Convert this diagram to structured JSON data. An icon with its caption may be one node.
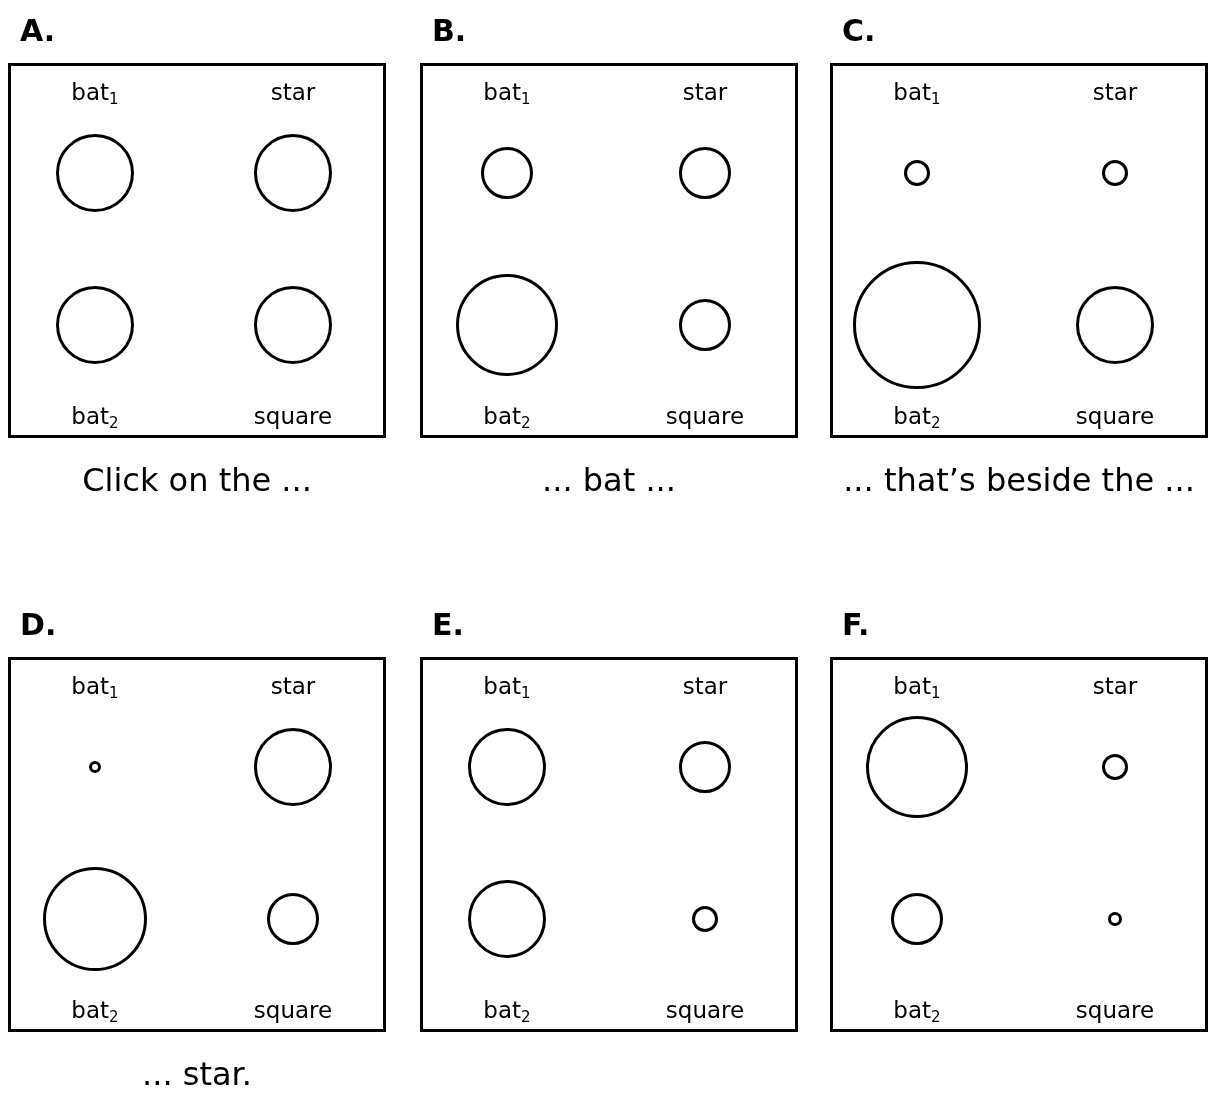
{
  "diagram": {
    "nodes": [
      {
        "text": [
          "A."
        ],
        "beside": [
          "Click on the ..."
        ]
      },
      {
        "text": [],
        "shape": "circle",
        "in": 0,
        "beside": [
          "bat$_{1}$"
        ]
      },
      {
        "text": [],
        "shape": "circle",
        "in": 0,
        "beside": [
          "star"
        ]
      },
      {
        "text": [],
        "shape": "circle",
        "in": 0,
        "beside": [
          "bat$_{2}$"
        ]
      },
      {
        "text": [],
        "shape": "circle",
        "in": 0,
        "beside": [
          "square"
        ]
      },
      {
        "text": [
          "B."
        ],
        "beside": [
          "... bat ..."
        ]
      },
      {
        "text": [],
        "shape": "circle",
        "in": 5,
        "beside": [
          "bat$_{1}$"
        ]
      },
      {
        "text": [],
        "shape": "circle",
        "in": 5,
        "beside": [
          "star"
        ]
      },
      {
        "text": [],
        "shape": "circle",
        "in": 5,
        "beside": [
          "bat$_{2}$"
        ]
      },
      {
        "text": [],
        "shape": "circle",
        "in": 5,
        "beside": [
          "square"
        ]
      },
      {
        "text": [
          "C."
        ],
        "beside": [
          "... that’s beside the ..."
        ]
      },
      {
        "text": [],
        "shape": "circle",
        "in": 10,
        "beside": [
          "bat$_{1}$"
        ]
      },
      {
        "text": [],
        "shape": "circle",
        "in": 10,
        "beside": [
          "star"
        ]
      },
      {
        "text": [],
        "shape": "circle",
        "in": 10,
        "beside": [
          "bat$_{2}$"
        ]
      },
      {
        "text": [],
        "shape": "circle",
        "in": 10,
        "beside": [
          "square"
        ]
      },
      {
        "text": [
          "D."
        ],
        "beside": [
          "... star."
        ]
      },
      {
        "text": [],
        "shape": "circle",
        "in": 15,
        "beside": [
          "bat$_{1}$"
        ]
      },
      {
        "text": [],
        "shape": "circle",
        "in": 15,
        "beside": [
          "star"
        ]
      },
      {
        "text": [],
        "shape": "circle",
        "in": 15,
        "beside": [
          "bat$_{2}$"
        ]
      },
      {
        "text": [],
        "shape": "circle",
        "in": 15,
        "beside": [
          "square"
        ]
      },
      {
        "text": [
          "E."
        ]
      },
      {
        "text": [],
        "shape": "circle",
        "in": 20,
        "beside": [
          "bat$_{1}$"
        ]
      },
      {
        "text": [],
        "shape": "circle",
        "in": 20,
        "beside": [
          "star"
        ]
      },
      {
        "text": [],
        "shape": "circle",
        "in": 20,
        "beside": [
          "bat$_{2}$"
        ]
      },
      {
        "text": [],
        "shape": "circle",
        "in": 20,
        "beside": [
          "square"
        ]
      },
      {
        "text": [
          "F."
        ]
      },
      {
        "text": [],
        "shape": "circle",
        "in": 25,
        "beside": [
          "bat$_{1}$"
        ]
      },
      {
        "text": [],
        "shape": "circle",
        "in": 25,
        "beside": [
          "star"
        ]
      },
      {
        "text": [],
        "shape": "circle",
        "in": 25,
        "beside": [
          "bat$_{2}$"
        ]
      },
      {
        "text": [],
        "shape": "circle",
        "in": 25,
        "beside": [
          "square"
        ]
      }
    ]
  }
}
